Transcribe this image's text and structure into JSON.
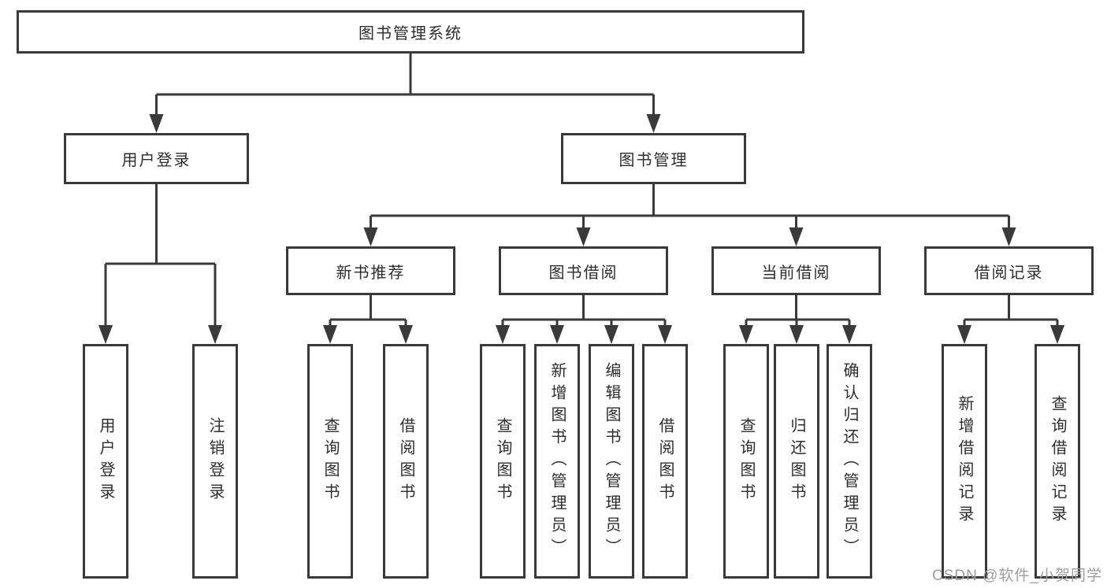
{
  "diagram_title": "图书管理系统",
  "watermark": "CSDN @软件_小贺同学",
  "colors": {
    "line": "#3a3a3a",
    "box_border": "#3a3a3a",
    "text": "#2d2d2d",
    "watermark": "#9d9d9d",
    "background": "#ffffff"
  },
  "tree": {
    "id": "root",
    "label": "图书管理系统",
    "children": [
      {
        "id": "user-login",
        "label": "用户登录",
        "children": [
          {
            "id": "leaf-user-login",
            "label": "用户登录"
          },
          {
            "id": "leaf-logout",
            "label": "注销登录"
          }
        ]
      },
      {
        "id": "book-management",
        "label": "图书管理",
        "children": [
          {
            "id": "new-book-recommend",
            "label": "新书推荐",
            "children": [
              {
                "id": "leaf-query-book-1",
                "label": "查询图书"
              },
              {
                "id": "leaf-borrow-book-1",
                "label": "借阅图书"
              }
            ]
          },
          {
            "id": "book-borrow",
            "label": "图书借阅",
            "children": [
              {
                "id": "leaf-query-book-2",
                "label": "查询图书"
              },
              {
                "id": "leaf-add-book",
                "label": "新增图书（管理员）"
              },
              {
                "id": "leaf-edit-book",
                "label": "编辑图书（管理员）"
              },
              {
                "id": "leaf-borrow-book-2",
                "label": "借阅图书"
              }
            ]
          },
          {
            "id": "current-borrow",
            "label": "当前借阅",
            "children": [
              {
                "id": "leaf-query-book-3",
                "label": "查询图书"
              },
              {
                "id": "leaf-return-book",
                "label": "归还图书"
              },
              {
                "id": "leaf-confirm-return",
                "label": "确认归还（管理员）"
              }
            ]
          },
          {
            "id": "borrow-records",
            "label": "借阅记录",
            "children": [
              {
                "id": "leaf-add-borrow-record",
                "label": "新增借阅记录"
              },
              {
                "id": "leaf-query-borrow-record",
                "label": "查询借阅记录"
              }
            ]
          }
        ]
      }
    ]
  }
}
